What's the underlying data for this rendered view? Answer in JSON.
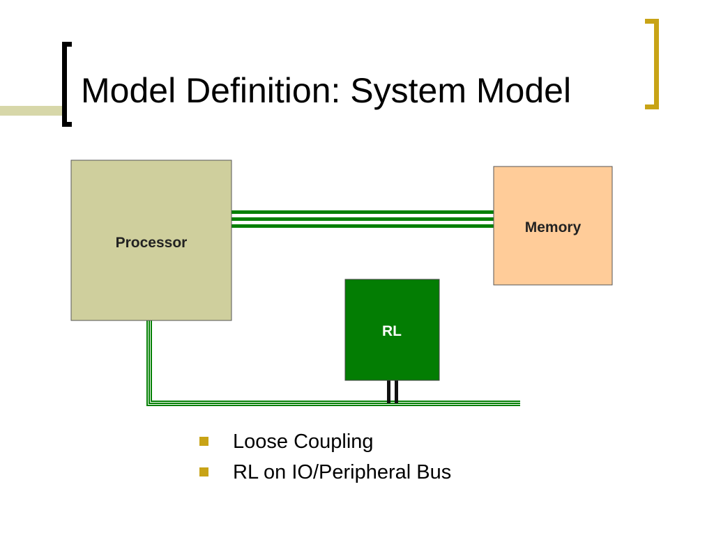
{
  "slide": {
    "title": "Model Definition: System Model",
    "accent_color": "#c8a316"
  },
  "diagram": {
    "processor_label": "Processor",
    "memory_label": "Memory",
    "rl_label": "RL",
    "processor_color": "#cfcf9d",
    "memory_color": "#ffcc99",
    "rl_color": "#037d03",
    "bus_color": "#038003"
  },
  "bullets": [
    {
      "text": "Loose Coupling",
      "icon": "square-bullet-icon"
    },
    {
      "text": "RL on IO/Peripheral Bus",
      "icon": "square-bullet-icon"
    }
  ]
}
